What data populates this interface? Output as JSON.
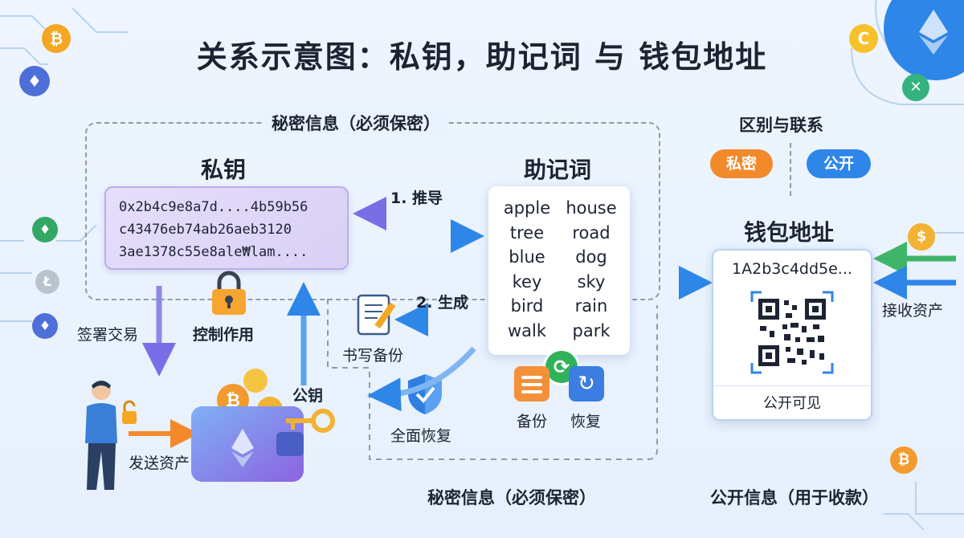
{
  "title": "关系示意图：私钥，助记词 与 钱包地址",
  "secret_top_label": "秘密信息（必须保密）",
  "secret_bottom_label": "秘密信息（必须保密）",
  "public_bottom_label": "公开信息（用于收款）",
  "diff_title": "区别与联系",
  "pill_private": "私密",
  "pill_public": "公开",
  "private_key": {
    "title": "私钥",
    "lines": [
      "0x2b4c9e8a7d....4b59b56",
      "c43476eb74ab26aeb3120",
      "3ae1378c55e8ale₩lam...."
    ],
    "control_label": "控制作用"
  },
  "mnemonic": {
    "title": "助记词",
    "words": [
      "apple",
      "house",
      "tree",
      "road",
      "blue",
      "dog",
      "key",
      "sky",
      "bird",
      "rain",
      "walk",
      "park"
    ],
    "derive_label": "1. 推导",
    "generate_label": "2. 生成",
    "backup_label": "备份",
    "restore_label": "恢复"
  },
  "notebook_label": "书写备份",
  "full_restore_label": "全面恢复",
  "sign_label": "签署交易",
  "public_key_label": "公钥",
  "send_label": "发送资产",
  "address": {
    "title": "钱包地址",
    "value": "1A2b3c4dd5e...",
    "caption": "公开可见",
    "receive_label": "接收资产"
  },
  "colors": {
    "accent_orange": "#f28a2c",
    "accent_blue": "#2e86e8",
    "arrow_purple": "#7a6ee6",
    "arrow_green": "#3fb56a"
  },
  "icons": [
    "bitcoin-icon",
    "ethereum-icon",
    "coin-icon",
    "lock-icon",
    "wallet-icon",
    "key-icon",
    "person-icon",
    "notebook-icon",
    "shield-icon",
    "qr-code-icon",
    "refresh-icon",
    "backup-icon"
  ]
}
